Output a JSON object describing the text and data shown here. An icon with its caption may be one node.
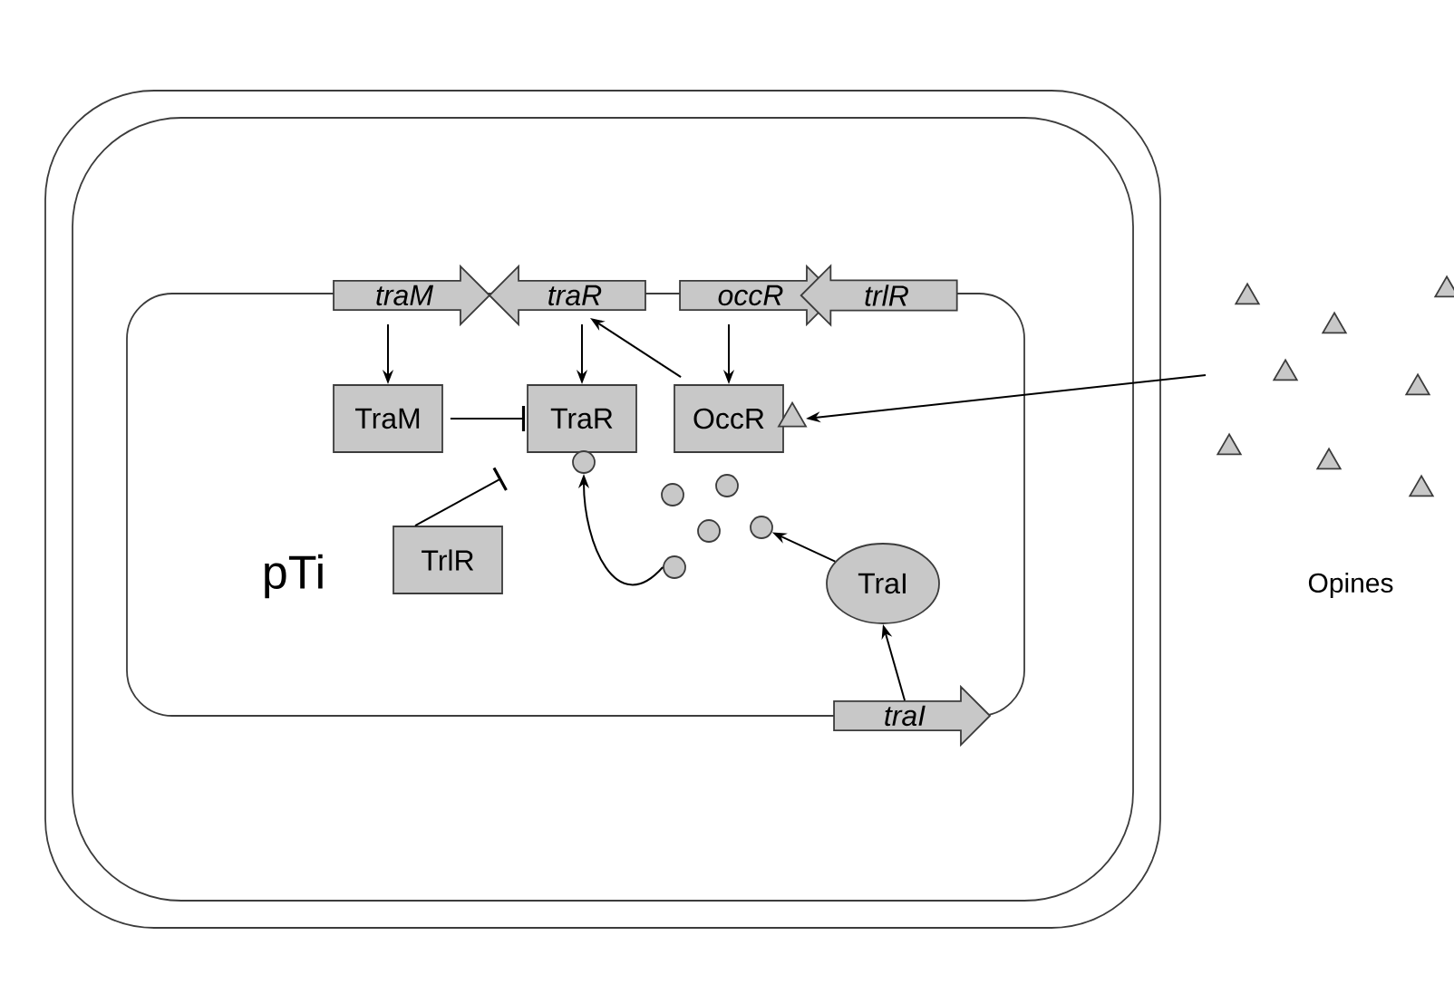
{
  "diagram": {
    "nodes": [
      {
        "text": [
          "traM"
        ]
      },
      {
        "text": [
          "traR"
        ]
      },
      {
        "text": [
          "occR"
        ]
      },
      {
        "text": [
          "trlR"
        ]
      },
      {
        "text": [
          "TraM"
        ]
      },
      {
        "text": [
          "TraR"
        ]
      },
      {
        "text": [
          "OccR"
        ]
      },
      {
        "text": [
          "TrlR"
        ]
      },
      {
        "text": [
          "TraI"
        ]
      },
      {
        "text": [
          "traI"
        ]
      },
      {
        "text": [],
        "shape": "triangle"
      },
      {
        "text": [],
        "shape": "circle"
      },
      {
        "text": [],
        "shape": "circle"
      },
      {
        "text": [],
        "shape": "circle"
      },
      {
        "text": [],
        "shape": "circle"
      },
      {
        "text": [],
        "shape": "circle"
      },
      {
        "text": [],
        "shape": "circle"
      },
      {
        "text": [
          "Opines"
        ]
      }
    ],
    "edges": [
      {
        "from": 0,
        "to": 4,
        "arrow": "to"
      },
      {
        "from": 1,
        "to": 5,
        "arrow": "to"
      },
      {
        "from": 2,
        "to": 6,
        "arrow": "to"
      },
      {
        "from": 6,
        "to": 1,
        "arrow": "to"
      },
      {
        "from": 4,
        "to": 5,
        "arrow": "other"
      },
      {
        "from": 7,
        "to": 5,
        "arrow": "other"
      },
      {
        "from": 9,
        "to": 8,
        "arrow": "to"
      },
      {
        "from": 17,
        "to": 10,
        "arrow": "to"
      },
      {
        "from": 8,
        "to": 15,
        "arrow": "to"
      },
      {
        "from": 16,
        "to": 11,
        "arrow": "to"
      }
    ],
    "labels": [
      "pTi"
    ]
  }
}
